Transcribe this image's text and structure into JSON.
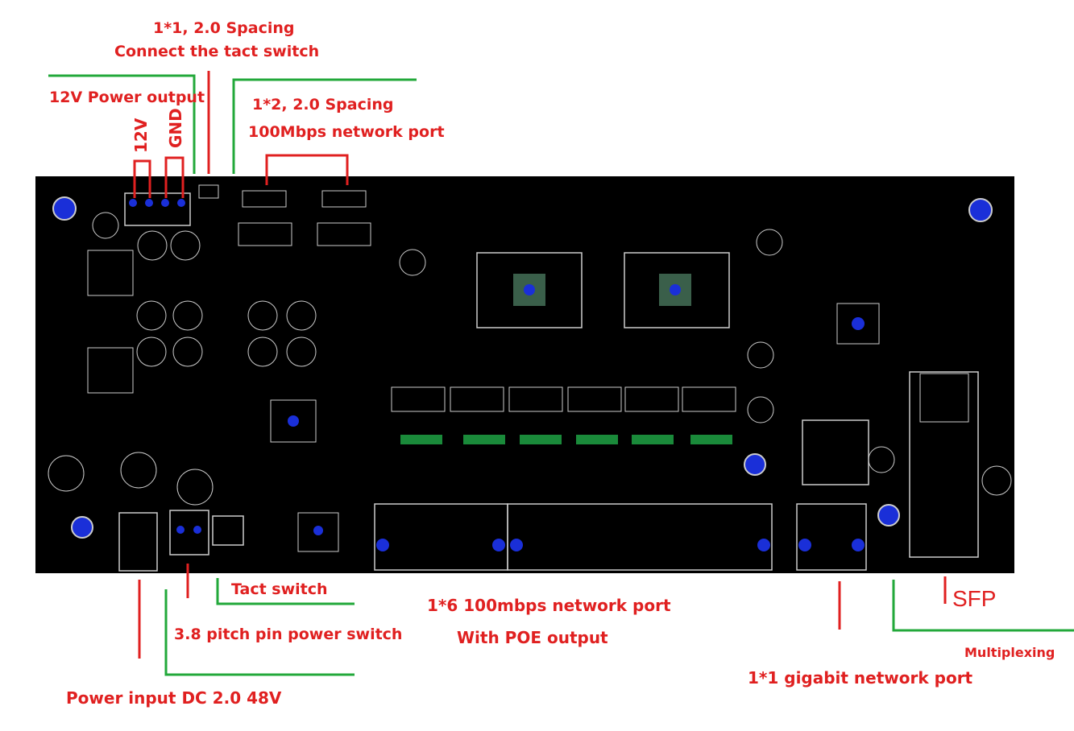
{
  "annotations": {
    "tact_connect": {
      "line1": "1*1, 2.0 Spacing",
      "line2": "Connect the tact switch"
    },
    "power_output": "12V Power output",
    "pin_12v": "12V",
    "pin_gnd": "GND",
    "net_port_100": {
      "line1": "1*2, 2.0 Spacing",
      "line2": "100Mbps network port"
    },
    "tact_switch": "Tact switch",
    "pin_power_switch": "3.8 pitch pin power switch",
    "power_input": "Power input DC 2.0 48V",
    "poe_ports": {
      "line1": "1*6 100mbps network port",
      "line2": "With POE output"
    },
    "gigabit_port": "1*1 gigabit network port",
    "sfp": "SFP",
    "multiplexing": "Multiplexing"
  },
  "colors": {
    "label": "#e02020",
    "leader_red": "#e02020",
    "leader_green": "#22a83a",
    "board": "#000000",
    "pad_blue": "#1a2fd8",
    "outline": "#cccccc"
  }
}
